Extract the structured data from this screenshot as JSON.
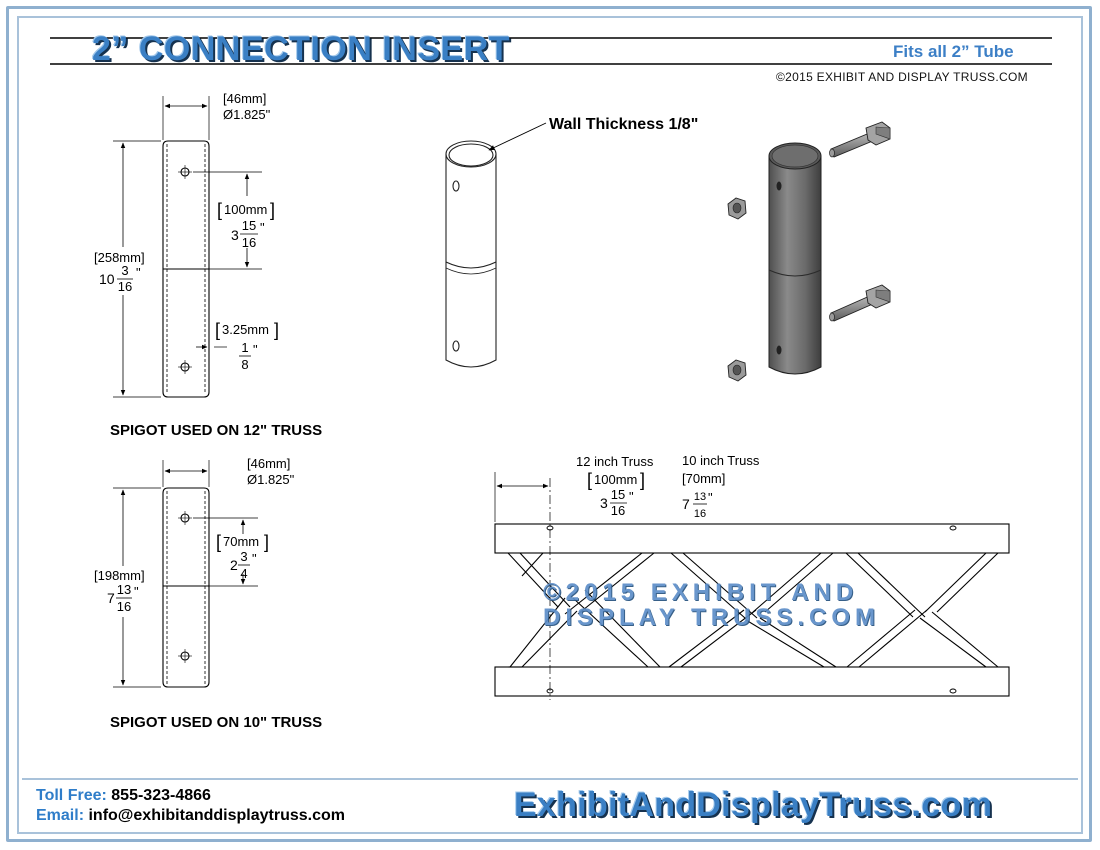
{
  "header": {
    "title": "2” CONNECTION INSERT",
    "subtitle": "Fits all 2” Tube",
    "copyright": "©2015 EXHIBIT AND DISPLAY TRUSS.COM"
  },
  "spigot12": {
    "label": "SPIGOT USED ON 12\" TRUSS",
    "diameter_mm": "[46mm]",
    "diameter_in": "Ø1.825\"",
    "length_mm": "[258mm]",
    "length_whole": "10",
    "length_num": "3",
    "length_den": "16",
    "hole_mm": "100mm",
    "hole_whole": "3",
    "hole_num": "15",
    "hole_den": "16",
    "wall_mm": "3.25mm",
    "wall_num": "1",
    "wall_den": "8",
    "inch_mark": "\""
  },
  "spigot10": {
    "label": "SPIGOT USED ON 10\" TRUSS",
    "diameter_mm": "[46mm]",
    "diameter_in": "Ø1.825\"",
    "length_mm": "[198mm]",
    "length_whole": "7",
    "length_num": "13",
    "length_den": "16",
    "hole_mm": "70mm",
    "hole_whole": "2",
    "hole_num": "3",
    "hole_den": "4"
  },
  "wall_thickness": "Wall Thickness 1/8\"",
  "truss_detail": {
    "truss12_label": "12 inch Truss",
    "truss12_mm": "100mm",
    "truss12_whole": "3",
    "truss12_num": "15",
    "truss12_den": "16",
    "truss10_label": "10 inch Truss",
    "truss10_mm": "[70mm]",
    "truss10_whole": "7",
    "truss10_num": "13",
    "truss10_den": "16"
  },
  "watermark": "©2015 EXHIBIT AND DISPLAY TRUSS.COM",
  "footer": {
    "toll_free_label": "Toll Free:",
    "toll_free_value": "855-323-4866",
    "email_label": "Email:",
    "email_value": "info@exhibitanddisplaytruss.com",
    "website": "ExhibitAndDisplayTruss.com"
  },
  "colors": {
    "brand_blue": "#3a7fc4",
    "frame_blue": "#8fb0cf",
    "tube_gray": "#6b6b6b"
  }
}
